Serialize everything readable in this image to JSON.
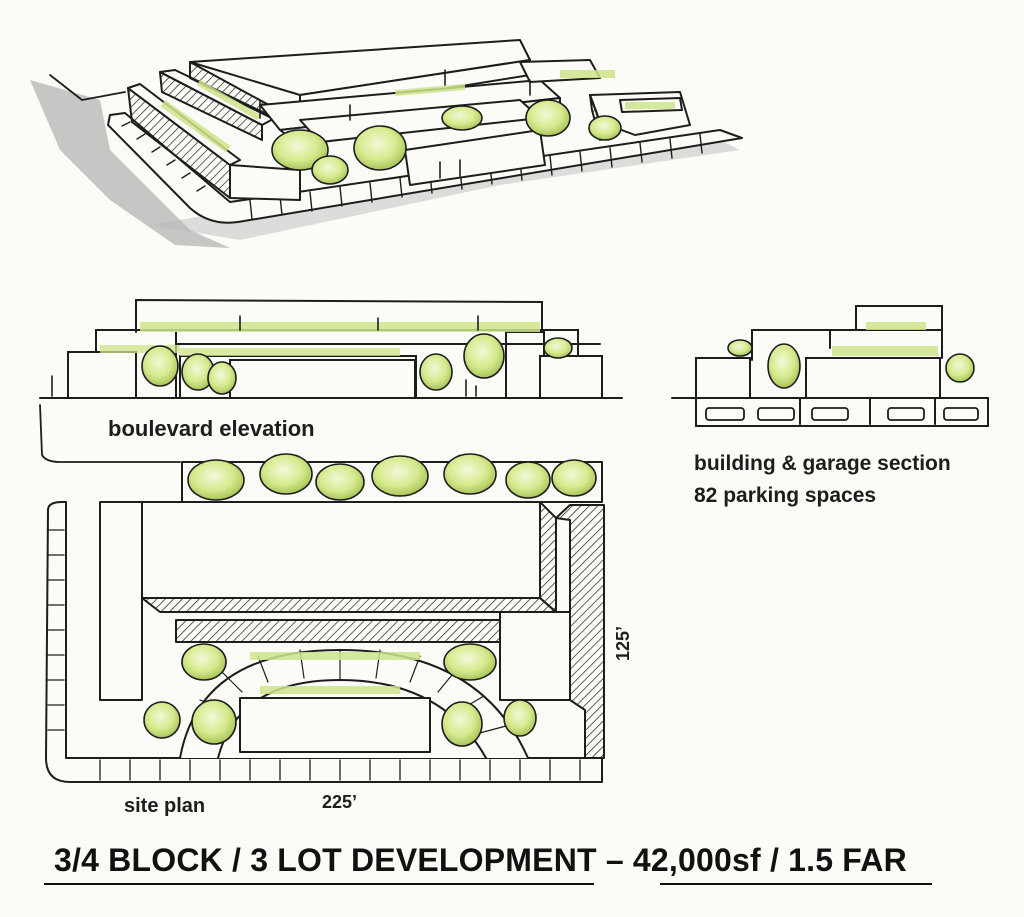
{
  "labels": {
    "elevation": "boulevard elevation",
    "section_line1": "building & garage section",
    "section_line2": "82 parking spaces",
    "site_plan": "site plan",
    "dim_width": "225’",
    "dim_depth": "125’"
  },
  "title": "3/4 BLOCK / 3 LOT DEVELOPMENT – 42,000sf / 1.5 FAR",
  "colors": {
    "ink": "#1d1d1d",
    "foliage": "#c9e27a",
    "foliage_light": "#e3f0b0",
    "shadow": "#8a8a8a",
    "paper": "#fbfbf7"
  }
}
